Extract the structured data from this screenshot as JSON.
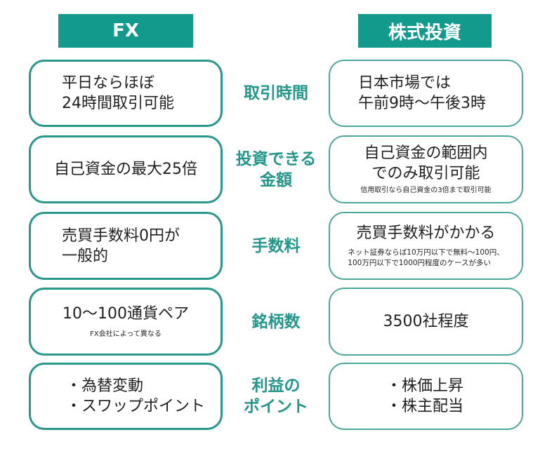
{
  "headers": {
    "fx": "FX",
    "stock": "株式投資"
  },
  "colors": {
    "accent": "#129b8d",
    "label_text": "#23978a",
    "border": "#2a978b"
  },
  "rows": [
    {
      "label": [
        "取引時間"
      ],
      "fx": {
        "lines": [
          "平日ならほぼ",
          "24時間取引可能"
        ]
      },
      "stock": {
        "lines": [
          "日本市場では",
          "午前9時〜午後3時"
        ]
      }
    },
    {
      "label": [
        "投資できる",
        "金額"
      ],
      "fx": {
        "lines": [
          "自己資金の最大25倍"
        ]
      },
      "stock": {
        "lines": [
          "自己資金の範囲内",
          "でのみ取引可能"
        ],
        "note": "信用取引なら自己資金の3倍まで取引可能"
      }
    },
    {
      "label": [
        "手数料"
      ],
      "fx": {
        "lines": [
          "売買手数料0円が",
          "一般的"
        ]
      },
      "stock": {
        "lines": [
          "売買手数料がかかる"
        ],
        "note_lines": [
          "ネット証券ならば10万円以下で無料〜100円、",
          "100万円以下で1000円程度のケースが多い"
        ]
      }
    },
    {
      "label": [
        "銘柄数"
      ],
      "fx": {
        "lines": [
          "10〜100通貨ペア"
        ],
        "note": "FX会社によって異なる"
      },
      "stock": {
        "lines": [
          "3500社程度"
        ]
      }
    },
    {
      "label": [
        "利益の",
        "ポイント"
      ],
      "fx": {
        "lines": [
          "・為替変動",
          "・スワップポイント"
        ]
      },
      "stock": {
        "lines": [
          "・株価上昇",
          "・株主配当"
        ]
      }
    }
  ]
}
